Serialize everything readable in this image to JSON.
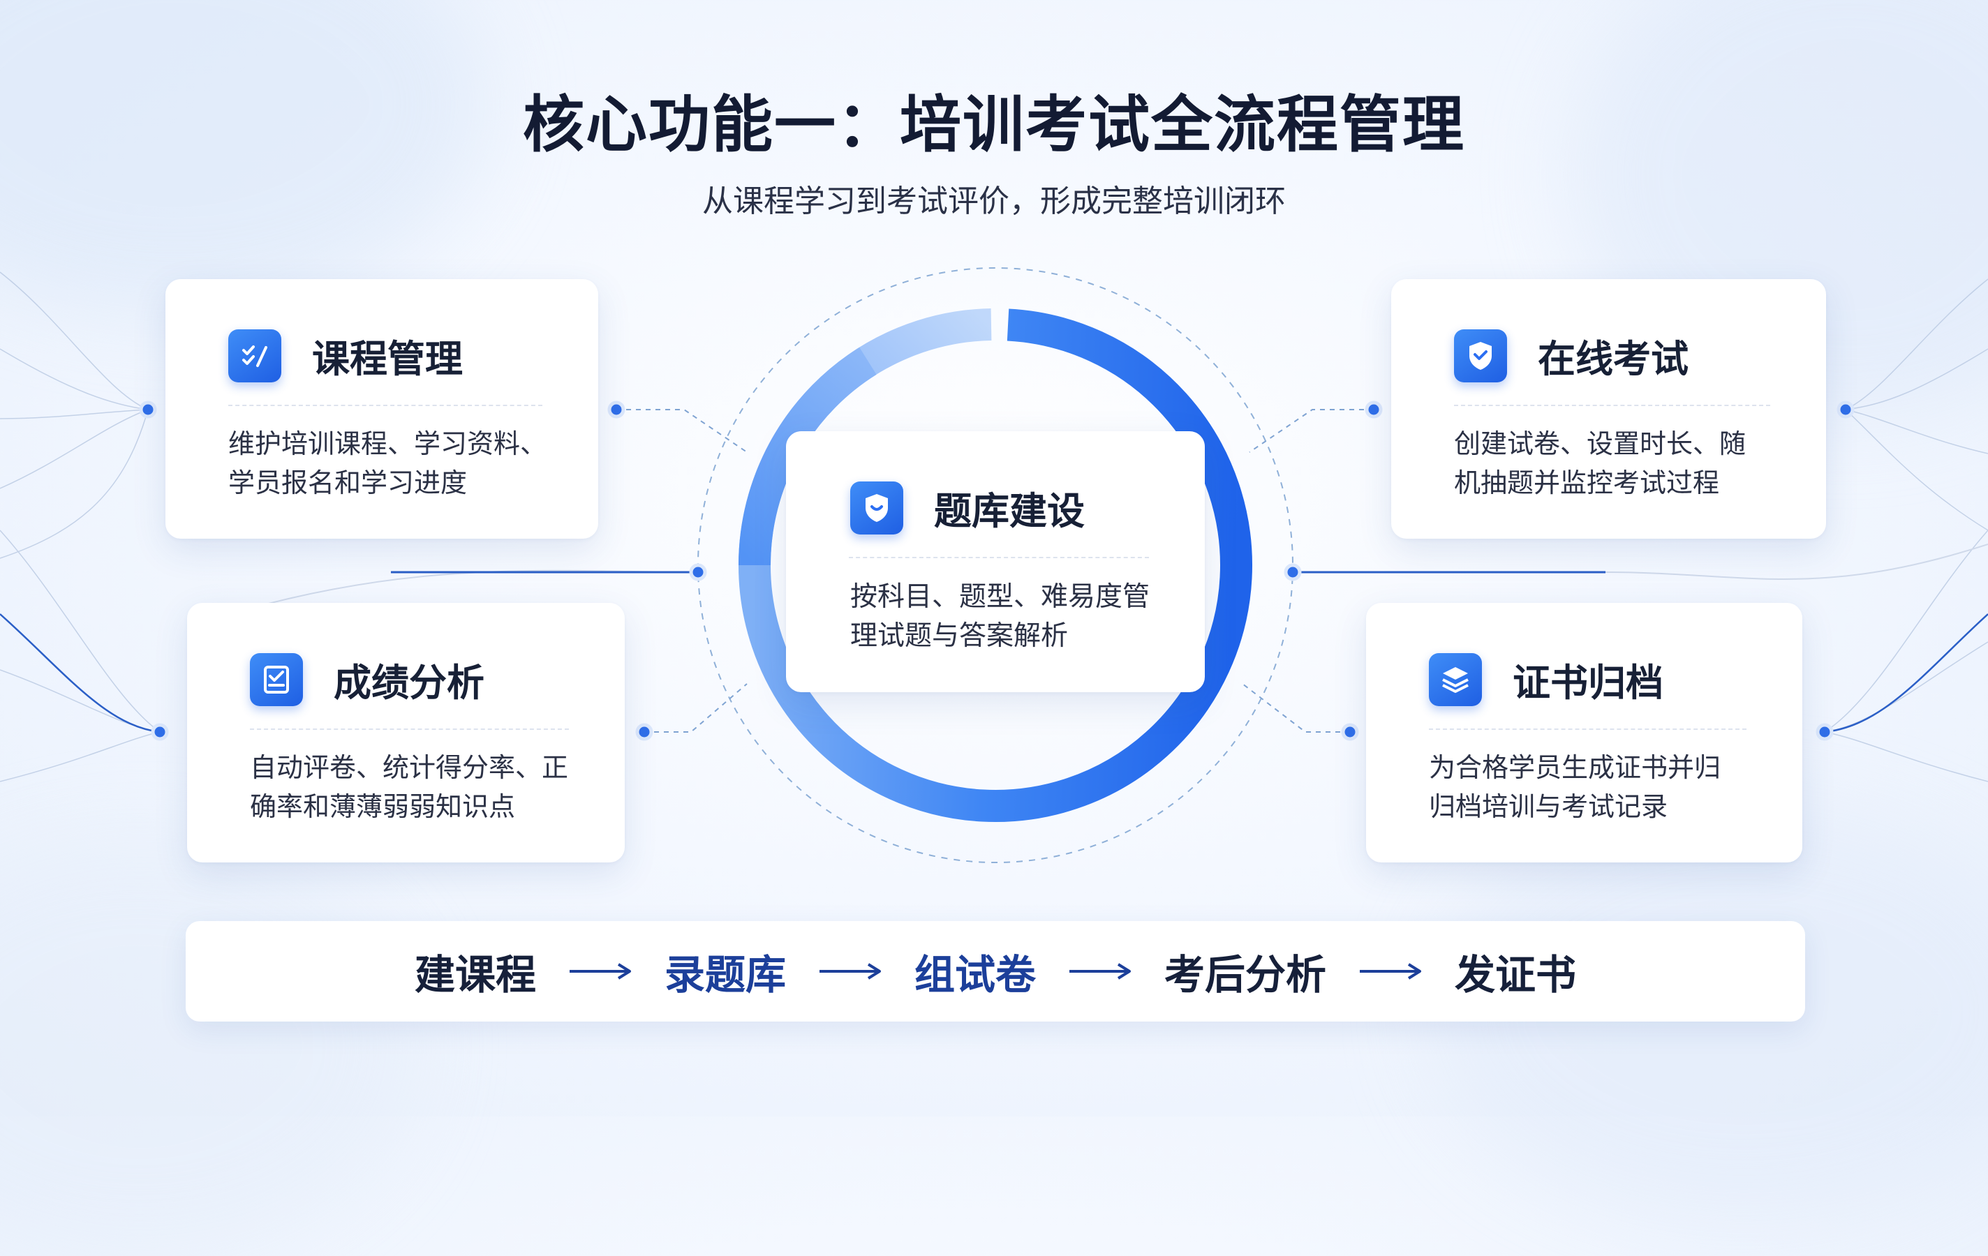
{
  "header": {
    "title": "核心功能一：培训考试全流程管理",
    "subtitle": "从课程学习到考试评价，形成完整培训闭环"
  },
  "cards": {
    "course": {
      "title": "课程管理",
      "desc": [
        "维护培训课程、学习资料、",
        "学员报名和学习进度"
      ],
      "icon": "checklist-icon"
    },
    "exam": {
      "title": "在线考试",
      "desc": [
        "创建试卷、设置时长、随",
        "机抽题并监控考试过程"
      ],
      "icon": "shield-check-icon"
    },
    "bank": {
      "title": "题库建设",
      "desc": [
        "按科目、题型、难易度管",
        "理试题与答案解析"
      ],
      "icon": "shield-icon"
    },
    "score": {
      "title": "成绩分析",
      "desc": [
        "自动评卷、统计得分率、正",
        "确率和薄薄弱弱知识点"
      ],
      "icon": "clipboard-check-icon"
    },
    "cert": {
      "title": "证书归档",
      "desc": [
        "为合格学员生成证书并归",
        "归档培训与考试记录"
      ],
      "icon": "layers-icon"
    }
  },
  "flow": {
    "steps": [
      "建课程",
      "录题库",
      "组试卷",
      "考后分析",
      "发证书"
    ],
    "arrow_icon": "long-arrow-right-icon"
  },
  "colors": {
    "accent": "#2b6ef2",
    "accent_light": "#8fbaf7",
    "title": "#131b33",
    "flow_blue": "#1c3f9a"
  }
}
